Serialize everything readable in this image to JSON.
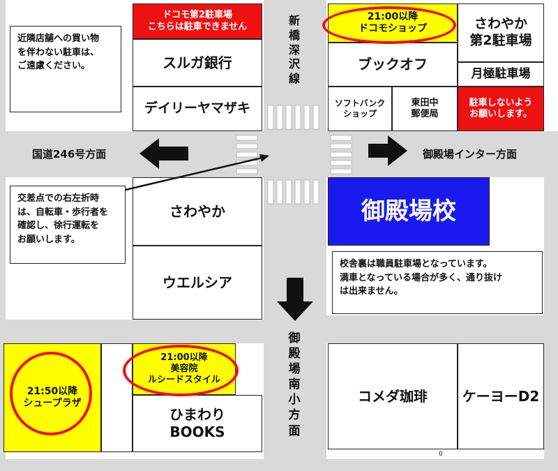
{
  "blocks": {
    "docomo_parking2": "ドコモ第2駐車場\nこちらは駐車できません",
    "suruga_bank": "スルガ銀行",
    "daily_yamazaki": "デイリーヤマザキ",
    "docomo_shop": "21:00以降\nドコモショップ",
    "book_off": "ブックオフ",
    "softbank_shop": "ソフトバンク\nショップ",
    "higashida_post": "東田中\n郵便局",
    "sawayaka_parking2": "さわやか\n第2駐車場",
    "monthly_parking": "月極駐車場",
    "no_parking_request": "駐車しないよう\nお願いします。",
    "sawayaka": "さわやか",
    "welcia": "ウエルシア",
    "gotemba_school": "御殿場校",
    "shoe_plaza": "21:50以降\nシュープラザ",
    "beauty_salon": "21:00以降\n美容院\nルシードスタイル",
    "himawari_books": "ひまわり\nBOOKS",
    "komeda": "コメダ珈琲",
    "keiyo_d2": "ケーヨーD2"
  },
  "notes": {
    "neighborhood_parking": "近隣店舗への買い物\nを伴わない駐車は、\nご遠慮ください。",
    "intersection_caution": "交差点での右左折時\nは、自転車・歩行者を\n確認し、徐行運転を\nお願いします。",
    "staff_parking": "校舎裏は職員駐車場となっています。\n満車となっている場合が多く、通り抜け\nは出来ません。"
  },
  "roads": {
    "shinbashi_fukasawa_line": "新橋深沢線",
    "route246": "国道246号方面",
    "interchange": "御殿場インター方面",
    "south_elementary": "御殿場南小方面"
  },
  "misc": {
    "zero": "0"
  },
  "colors": {
    "red": "#ee1111",
    "yellow": "#ffff00",
    "blue": "#1a1aee",
    "road": "#d9d9d9"
  },
  "icons": [
    "arrow-left-icon",
    "arrow-right-icon",
    "arrow-down-icon",
    "crosswalk-icon"
  ]
}
